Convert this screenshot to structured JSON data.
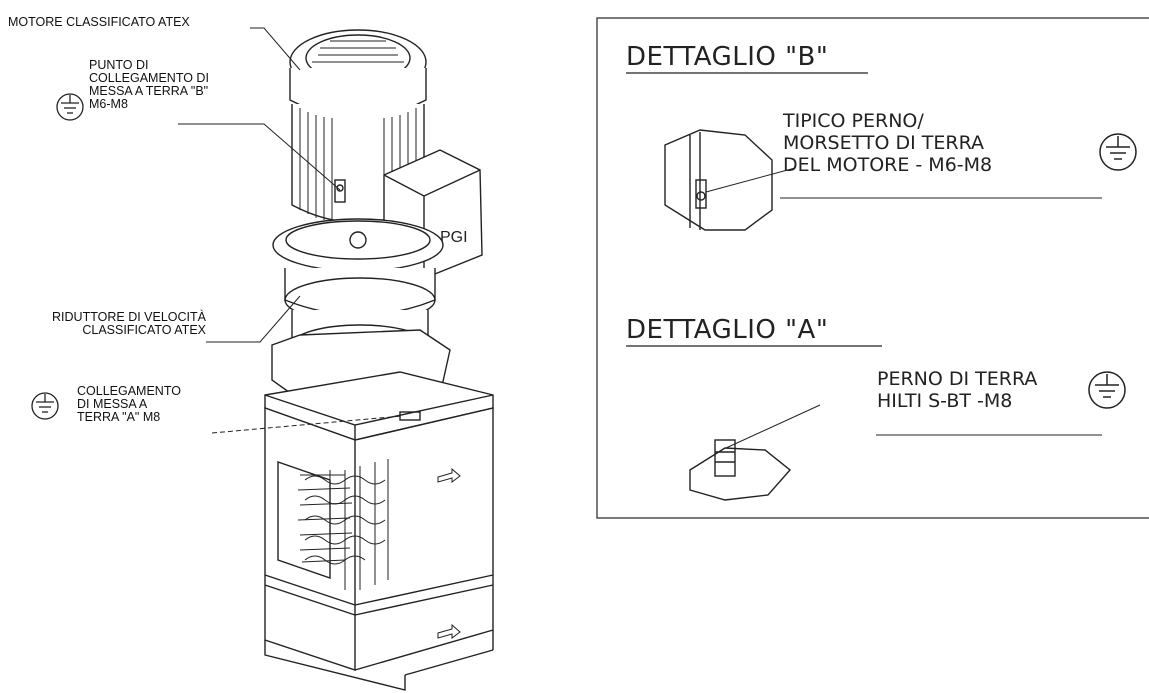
{
  "labels": {
    "motor": "MOTORE CLASSIFICATO ATEX",
    "ground_b": [
      "PUNTO DI",
      "COLLEGAMENTO DI",
      "MESSA A TERRA \"B\"",
      "M6-M8"
    ],
    "reducer": [
      "RIDUTTORE DI VELOCITÀ",
      "CLASSIFICATO ATEX"
    ],
    "ground_a": [
      "COLLEGAMENTO",
      "DI MESSA A",
      "TERRA \"A\" M8"
    ]
  },
  "details": {
    "b": {
      "title": "DETTAGLIO \"B\"",
      "lines": [
        "TIPICO PERNO/",
        "MORSETTO DI TERRA",
        "DEL MOTORE - M6-M8"
      ]
    },
    "a": {
      "title": "DETTAGLIO \"A\"",
      "lines": [
        "PERNO DI TERRA",
        "HILTI S-BT -M8"
      ]
    }
  },
  "symbols": {
    "ground_symbol": "earth-ground-icon"
  }
}
